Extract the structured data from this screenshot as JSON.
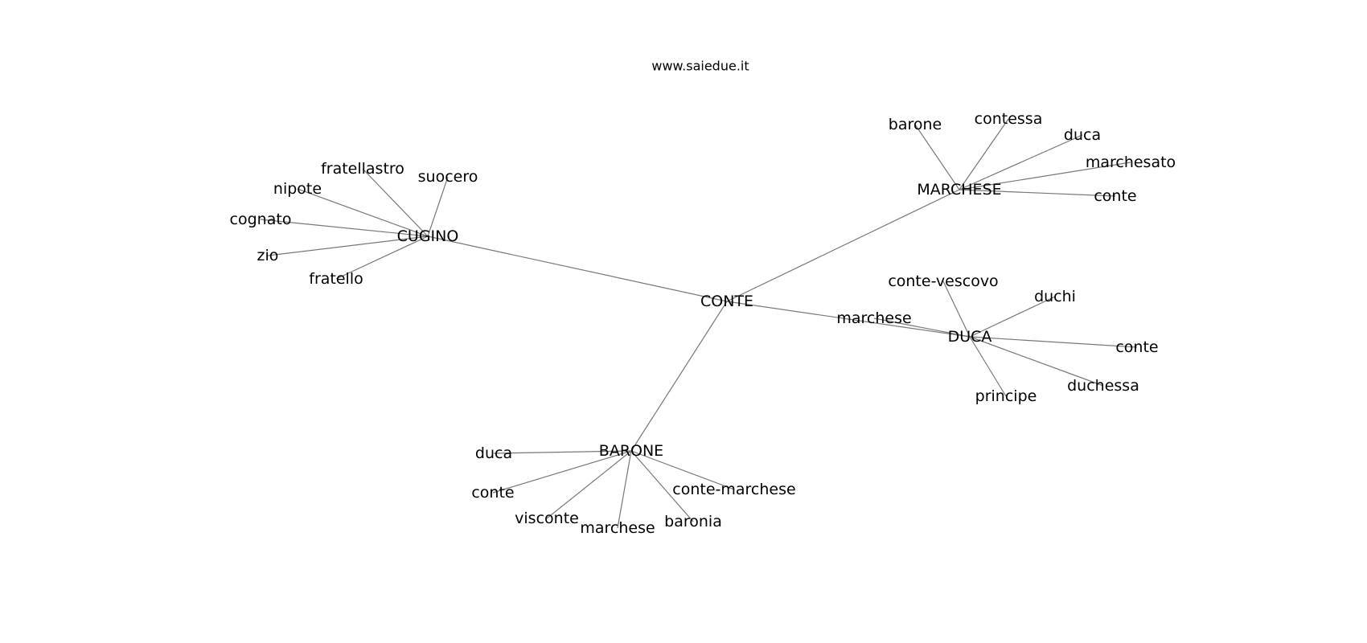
{
  "site": "www.saiedue.it",
  "graph": {
    "center": "CONTE",
    "hubs": [
      {
        "id": "CUGINO",
        "label": "CUGINO",
        "leaves": [
          "suocero",
          "fratellastro",
          "nipote",
          "cognato",
          "zio",
          "fratello"
        ]
      },
      {
        "id": "MARCHESE",
        "label": "MARCHESE",
        "leaves": [
          "barone",
          "contessa",
          "duca",
          "marchesato",
          "conte"
        ]
      },
      {
        "id": "DUCA",
        "label": "DUCA",
        "leaves": [
          "conte-vescovo",
          "duchi",
          "conte",
          "duchessa",
          "principe",
          "marchese"
        ]
      },
      {
        "id": "BARONE",
        "label": "BARONE",
        "leaves": [
          "duca",
          "conte",
          "visconte",
          "marchese",
          "baronia",
          "conte-marchese"
        ]
      }
    ]
  }
}
